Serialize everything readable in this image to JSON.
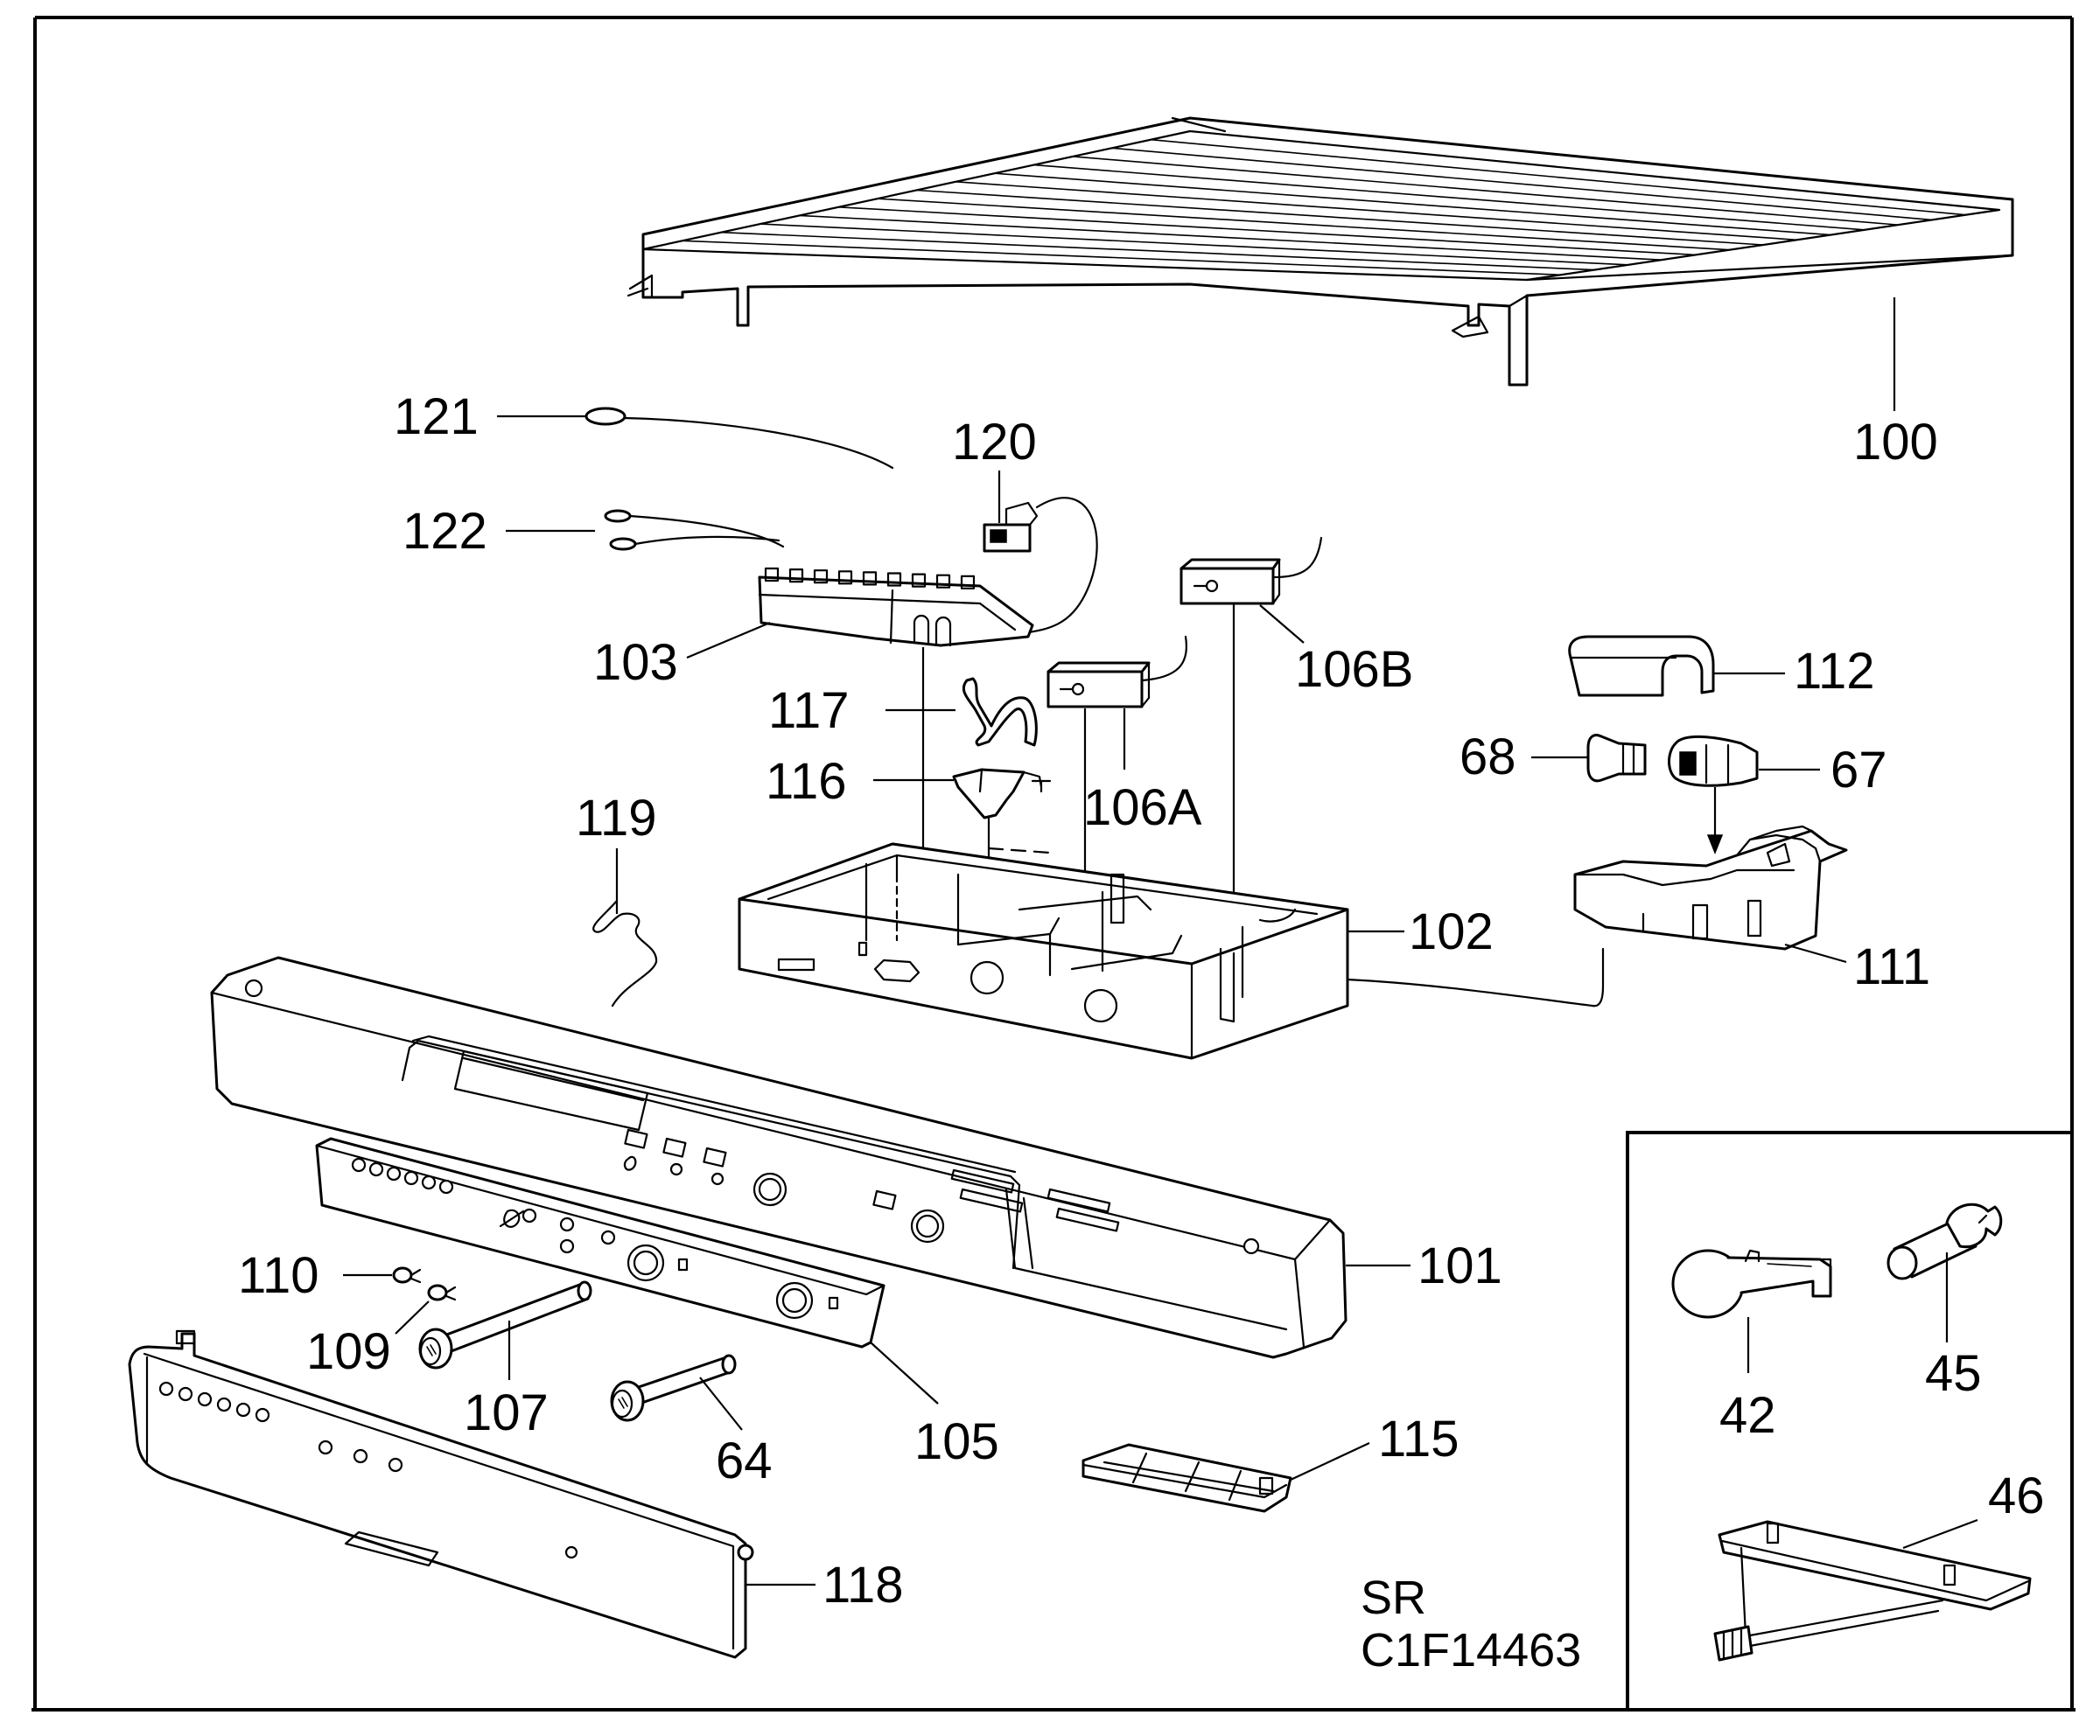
{
  "drawing": {
    "ref_tag": "SR",
    "ref_code": "C1F14463"
  },
  "callouts": {
    "p121": "121",
    "p122": "122",
    "p120": "120",
    "p100": "100",
    "p103": "103",
    "p106B": "106B",
    "p112": "112",
    "p117": "117",
    "p106A": "106A",
    "p116": "116",
    "p68": "68",
    "p67": "67",
    "p119": "119",
    "p102": "102",
    "p111": "111",
    "p101": "101",
    "p110": "110",
    "p109": "109",
    "p107": "107",
    "p64": "64",
    "p105": "105",
    "p115": "115",
    "p118": "118",
    "p42": "42",
    "p45": "45",
    "p46": "46"
  }
}
